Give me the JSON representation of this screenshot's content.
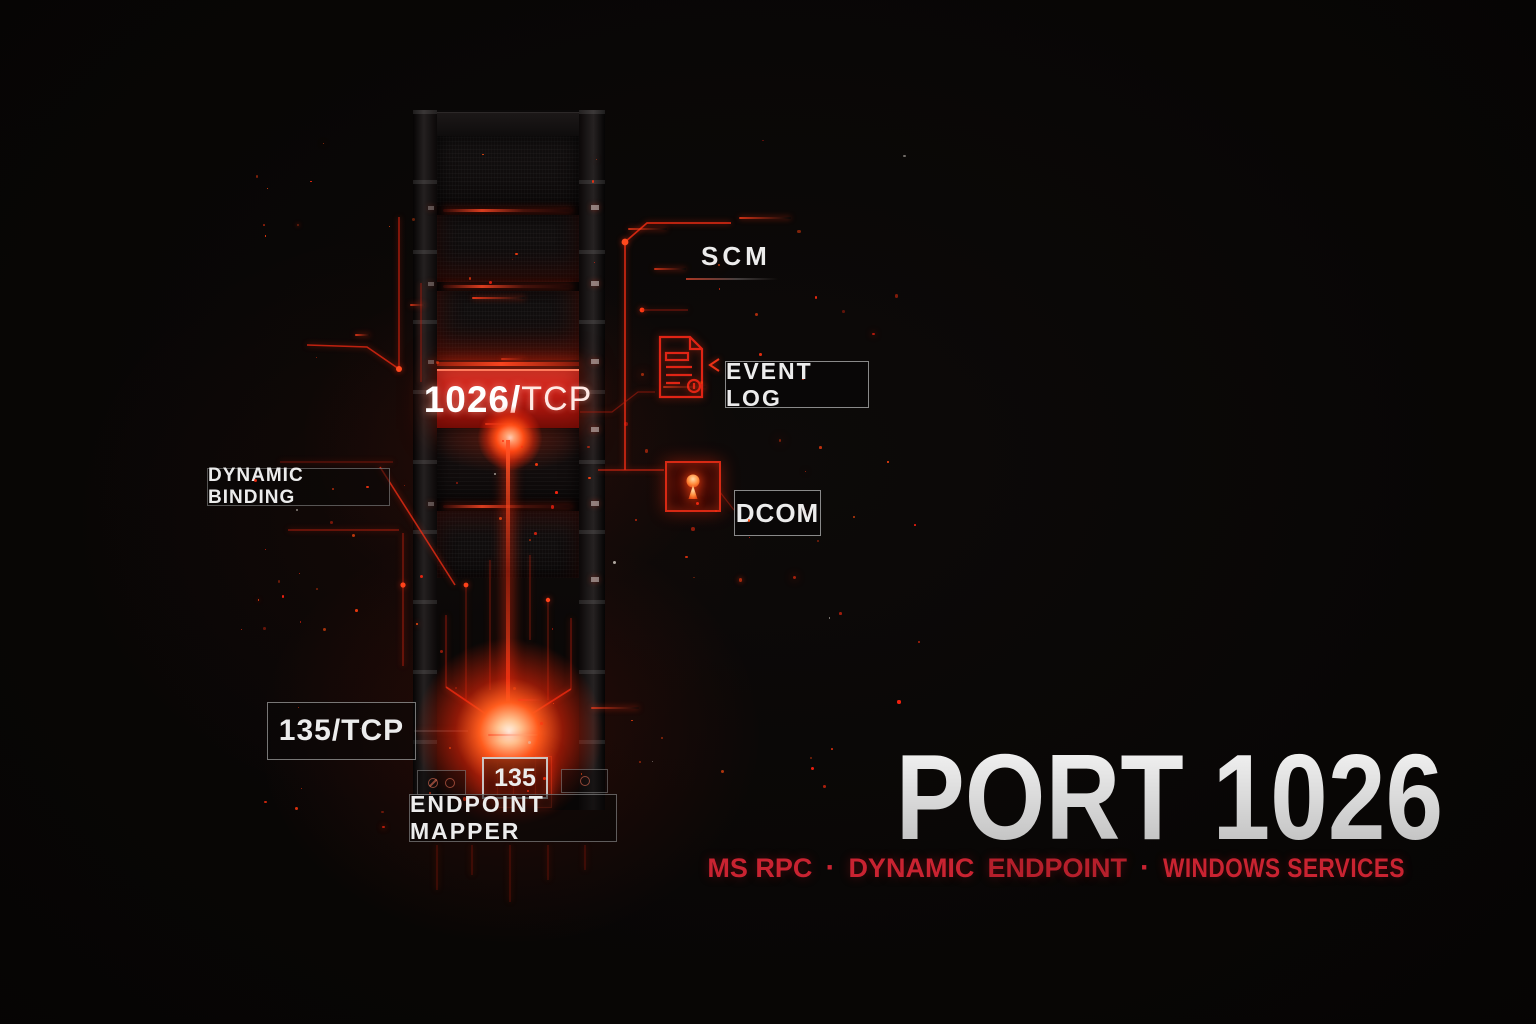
{
  "tower": {
    "panel": {
      "number": "1026/",
      "proto": "TCP"
    }
  },
  "callouts": {
    "scm": "SCM",
    "event_log": "EVENT LOG",
    "dcom": "DCOM",
    "dynamic_binding": "DYNAMIC BINDING",
    "tcp_135": "135/TCP",
    "port_135": "135",
    "endpoint_mapper": "ENDPOINT MAPPER"
  },
  "icons": {
    "event_log": "document-icon",
    "dcom": "keyhole-icon"
  },
  "title_block": {
    "title": "PORT 1026",
    "subtitle": {
      "seg1": "MS RPC",
      "dot1": "·",
      "seg2": "DYNAMIC",
      "seg3": "ENDPOINT",
      "dot2": "·",
      "seg4": "WINDOWS SERVICES"
    }
  },
  "colors": {
    "bg": "#0a0706",
    "accent_red": "#e32416",
    "glow_red": "#ff3812",
    "dim_red": "#8f1a0e",
    "panel_top": "#ef4030",
    "panel_bottom": "#7e0f08",
    "title_gray": "#d8d8d8",
    "subtitle_red": "#c92331",
    "label_white": "#ececec",
    "box_border": "#9a9a9a"
  }
}
